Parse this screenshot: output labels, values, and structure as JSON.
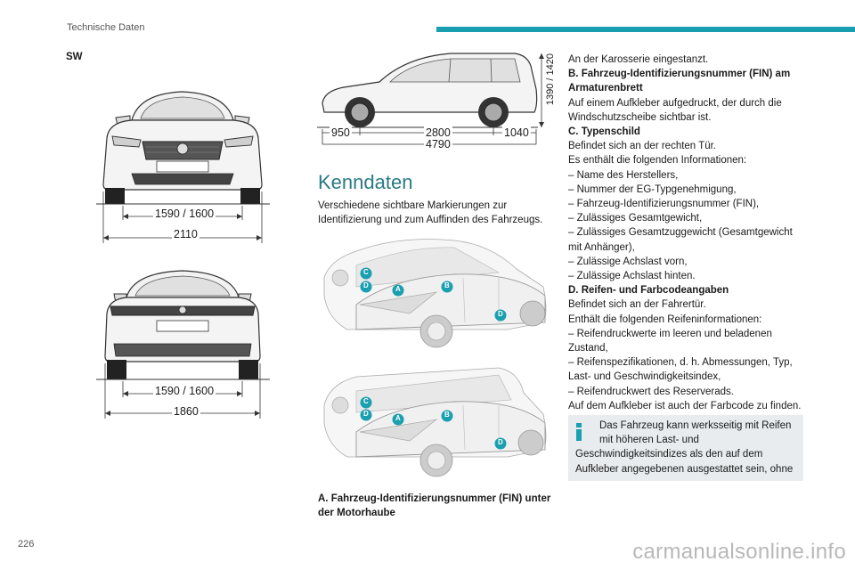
{
  "header": {
    "title": "Technische Daten",
    "accent_color": "#1a9fb0"
  },
  "page_number": "226",
  "watermark": "carmanualsonline.info",
  "sw_label": "SW",
  "front_view": {
    "track": "1590 / 1600",
    "width": "2110"
  },
  "rear_view": {
    "track": "1590 / 1600",
    "width": "1860"
  },
  "side_view": {
    "height": "1390 / 1420",
    "front_overhang": "950",
    "wheelbase": "2800",
    "rear_overhang": "1040",
    "length": "4790"
  },
  "section_title": "Kenndaten",
  "intro_text": "Verschiedene sichtbare Markierungen zur Identifizierung und zum Auffinden des Fahrzeugs.",
  "markers": {
    "a": "A",
    "b": "B",
    "c": "C",
    "d": "D",
    "color": "#1a9fb0"
  },
  "caption_a": "A. Fahrzeug-Identifizierungsnummer (FIN) unter der Motorhaube",
  "right_column": [
    {
      "text": "An der Karosserie eingestanzt.",
      "bold": false
    },
    {
      "text": "B. Fahrzeug-Identifizierungsnummer (FIN) am",
      "bold": true
    },
    {
      "text": "Armaturenbrett",
      "bold": true
    },
    {
      "text": "Auf einem Aufkleber aufgedruckt, der durch die",
      "bold": false
    },
    {
      "text": "Windschutzscheibe sichtbar ist.",
      "bold": false
    },
    {
      "text": "C. Typenschild",
      "bold": true
    },
    {
      "text": "Befindet sich an der rechten Tür.",
      "bold": false
    },
    {
      "text": "Es enthält die folgenden Informationen:",
      "bold": false
    },
    {
      "text": "–  Name des Herstellers,",
      "bold": false
    },
    {
      "text": "–  Nummer der EG-Typgenehmigung,",
      "bold": false
    },
    {
      "text": "–  Fahrzeug-Identifizierungsnummer (FIN),",
      "bold": false
    },
    {
      "text": "–  Zulässiges Gesamtgewicht,",
      "bold": false
    },
    {
      "text": "–  Zulässiges Gesamtzuggewicht (Gesamtgewicht",
      "bold": false
    },
    {
      "text": "mit Anhänger),",
      "bold": false
    },
    {
      "text": "–  Zulässige Achslast vorn,",
      "bold": false
    },
    {
      "text": "–  Zulässige Achslast hinten.",
      "bold": false
    },
    {
      "text": "D. Reifen- und Farbcodeangaben",
      "bold": true
    },
    {
      "text": "Befindet sich an der Fahrertür.",
      "bold": false
    },
    {
      "text": "Enthält die folgenden Reifeninformationen:",
      "bold": false
    },
    {
      "text": "–  Reifendruckwerte im leeren und beladenen",
      "bold": false
    },
    {
      "text": "Zustand,",
      "bold": false
    },
    {
      "text": "–  Reifenspezifikationen, d. h. Abmessungen, Typ,",
      "bold": false
    },
    {
      "text": "Last- und Geschwindigkeitsindex,",
      "bold": false
    },
    {
      "text": "–  Reifendruckwert des Reserverads.",
      "bold": false
    },
    {
      "text": "Auf dem Aufkleber ist auch der Farbcode zu finden.",
      "bold": false
    }
  ],
  "note": {
    "line1": "Das Fahrzeug kann werksseitig mit Reifen",
    "line2": "mit höheren Last- und",
    "line3": "Geschwindigkeitsindizes als den auf dem",
    "line4": "Aufkleber angegebenen ausgestattet sein, ohne",
    "icon": "info-icon"
  }
}
